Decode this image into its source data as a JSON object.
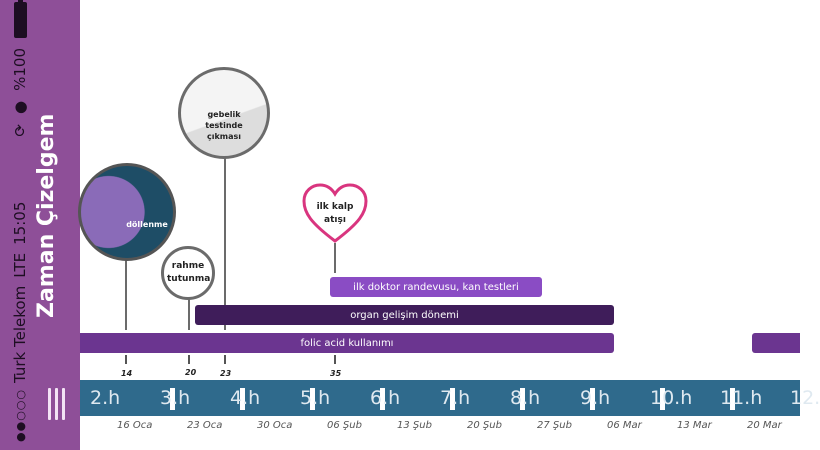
{
  "status_bar": {
    "signal": "●●○○○",
    "carrier": "Turk Telekom",
    "network": "LTE",
    "time": "15:05",
    "battery_percent": "%100",
    "battery_level": 1.0
  },
  "sidebar": {
    "title": "Zaman Çizelgem",
    "menu_icon": "menu-icon"
  },
  "milestones": [
    {
      "label": "döllenme",
      "day": "14",
      "image": "egg-sperm-image"
    },
    {
      "label": "rahme tutunma",
      "day": "20"
    },
    {
      "label": "gebelik testinde çıkması",
      "day": "23",
      "image": "pregnancy-test-image"
    },
    {
      "label": "ilk kalp atışı",
      "day": "35",
      "icon": "heart-icon"
    }
  ],
  "bars": [
    {
      "label": "ilk doktor randevusu, kan testleri",
      "color": "#8a4cc4"
    },
    {
      "label": "organ gelişim dönemi",
      "color": "#3f1d5a"
    },
    {
      "label": "folic acid kullanımı",
      "color": "#6b3590"
    }
  ],
  "weeks": [
    "2.h",
    "3.h",
    "4.h",
    "5.h",
    "6.h",
    "7.h",
    "8.h",
    "9.h",
    "10.h",
    "11.h",
    "12."
  ],
  "dates": [
    "16 Oca",
    "23 Oca",
    "30 Oca",
    "06 Şub",
    "13 Şub",
    "20 Şub",
    "27 Şub",
    "06 Mar",
    "13 Mar",
    "20 Mar"
  ],
  "colors": {
    "sidebar": "#8e4f98",
    "timeline_band": "#2f6a8c",
    "heart": "#d9357f"
  }
}
